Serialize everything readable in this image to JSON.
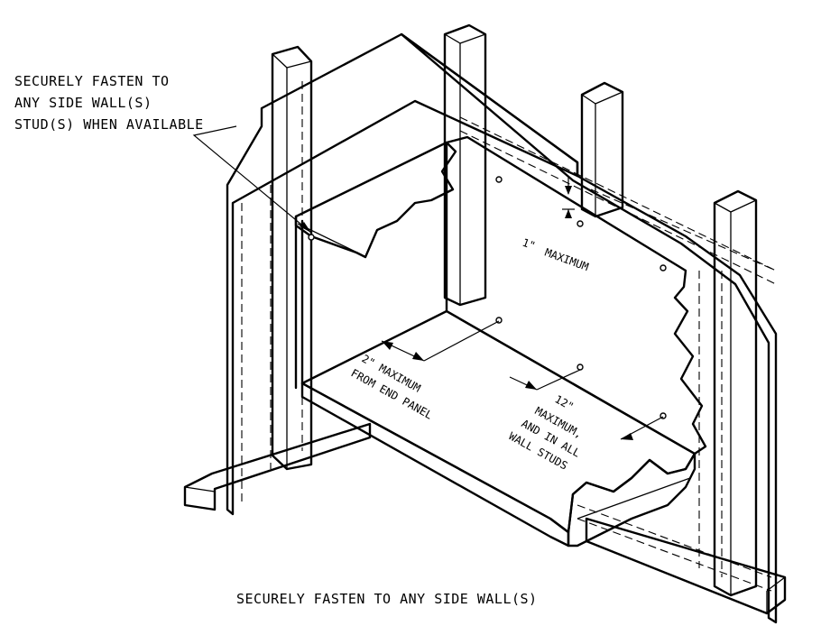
{
  "labels": {
    "top_left": [
      "SECURELY FASTEN TO",
      "ANY SIDE WALL(S)",
      "STUD(S) WHEN AVAILABLE"
    ],
    "bottom": "SECURELY FASTEN TO ANY SIDE WALL(S)",
    "gap_value": "1\"",
    "gap_text": "MAXIMUM",
    "end_panel": [
      "2\" MAXIMUM",
      "FROM END PANEL"
    ],
    "spacing": [
      "12\"",
      "MAXIMUM,",
      "AND IN ALL",
      "WALL STUDS"
    ]
  }
}
